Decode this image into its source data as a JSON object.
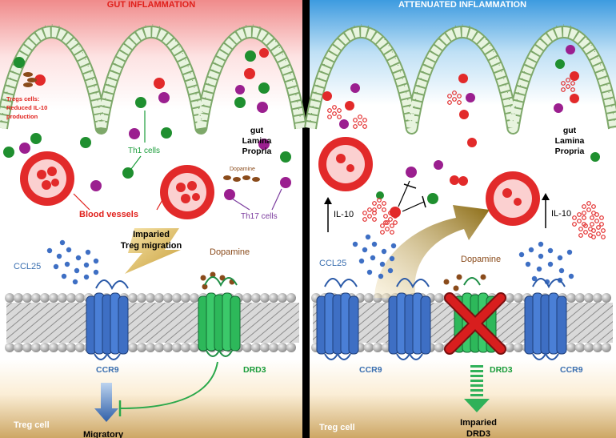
{
  "left_panel": {
    "title": "GUT INFLAMMATION",
    "treg_note": [
      "Tregs cells:",
      "Reduced IL-10",
      "production"
    ],
    "th1_label": "Th1 cells",
    "lamina_label": [
      "gut",
      "Lamina",
      "Propria"
    ],
    "dopamine_small": "Dopamine",
    "blood_vessels_label": "Blood vessels",
    "th17_label": "Th17 cells",
    "impaired_migration": [
      "Imparied",
      "Treg migration"
    ],
    "ccl25_label": "CCL25",
    "dopamine_label": "Dopamine",
    "ccr9_label": "CCR9",
    "drd3_label": "DRD3",
    "treg_cell_label": "Treg cell",
    "migratory_label": "Migratory"
  },
  "right_panel": {
    "title": "ATTENUATED INFLAMMATION",
    "lamina_label": [
      "gut",
      "Lamina",
      "Propria"
    ],
    "il10_left": "IL-10",
    "il10_right": "IL-10",
    "ccl25_label": "CCL25",
    "dopamine_label": "Dopamine",
    "ccr9_left": "CCR9",
    "drd3_label": "DRD3",
    "ccr9_right": "CCR9",
    "treg_cell_label": "Treg cell",
    "impaired_drd3": [
      "Imparied",
      "DRD3"
    ]
  },
  "colors": {
    "green_cell": "#1f8f2f",
    "magenta_cell": "#9b1f8f",
    "red_cell": "#e22a2a",
    "ccr9_blue": "#3e6fc4",
    "drd3_green": "#2db85a",
    "label_green": "#1a9c3a",
    "label_purple": "#7b3c9e",
    "label_brown": "#8a4b1b",
    "label_blue": "#3a6fb0",
    "title_red": "#e0201b"
  }
}
